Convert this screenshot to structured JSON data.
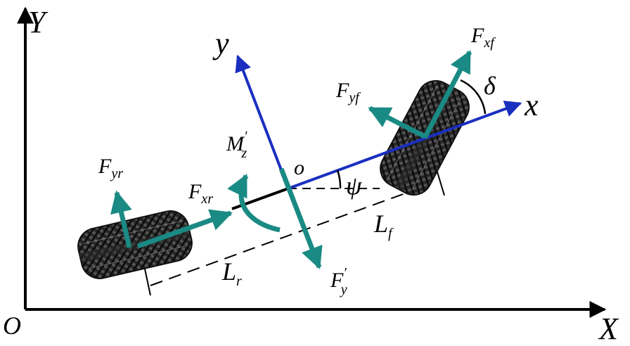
{
  "colors": {
    "axis": "#000000",
    "body_axis": "#1a2fbf",
    "force": "#1a8a84",
    "tire_dark": "#1b1b1b",
    "tire_mid": "#3a3a3a",
    "tire_light": "#8a8a8a"
  },
  "labels": {
    "origin": "O",
    "global_x": "X",
    "global_y": "Y",
    "body_x": "x",
    "body_y": "y",
    "cg": "o",
    "yaw": "ψ",
    "steer": "δ",
    "lf": {
      "main": "L",
      "sub": "f"
    },
    "lr": {
      "main": "L",
      "sub": "r"
    },
    "fxf": {
      "main": "F",
      "sub": "xf"
    },
    "fyf": {
      "main": "F",
      "sub": "yf"
    },
    "fxr": {
      "main": "F",
      "sub": "xr"
    },
    "fyr": {
      "main": "F",
      "sub": "yr"
    },
    "fy_prime": {
      "main": "F",
      "sub": "y",
      "prime": "′"
    },
    "mz_prime": {
      "main": "M",
      "sub": "z",
      "prime": "′"
    }
  }
}
